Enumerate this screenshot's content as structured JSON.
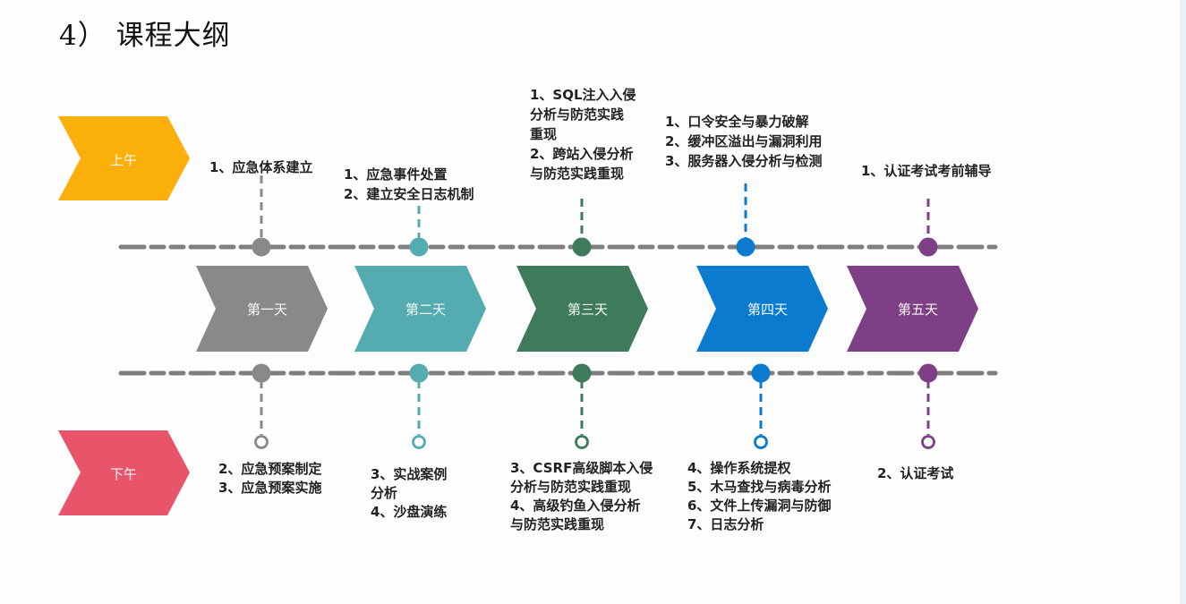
{
  "page_title": "4） 课程大纲",
  "colors": {
    "am": "#fbaf0a",
    "pm": "#e8546a",
    "line": "#7f7f7f",
    "day1": "#898989",
    "day2": "#54acb0",
    "day3": "#3e7b5b",
    "day4": "#0b7bd0",
    "day5": "#7e3f87"
  },
  "periods": {
    "am": "上午",
    "pm": "下午"
  },
  "days": [
    {
      "label": "第一天",
      "color_key": "day1",
      "am_lines": [
        "1、应急体系建立"
      ],
      "pm_lines": [
        "2、应急预案制定",
        "3、应急预案实施"
      ]
    },
    {
      "label": "第二天",
      "color_key": "day2",
      "am_lines": [
        "1、应急事件处置",
        "2、建立安全日志机制"
      ],
      "pm_lines": [
        "3、实战案例",
        "分析",
        "4、沙盘演练"
      ]
    },
    {
      "label": "第三天",
      "color_key": "day3",
      "am_lines": [
        "1、SQL注入入侵",
        "分析与防范实践",
        "重现",
        "2、跨站入侵分析",
        "与防范实践重现"
      ],
      "pm_lines": [
        "3、CSRF高级脚本入侵",
        "分析与防范实践重现",
        "4、高级钓鱼入侵分析",
        "与防范实践重现"
      ]
    },
    {
      "label": "第四天",
      "color_key": "day4",
      "am_lines": [
        "1、口令安全与暴力破解",
        "2、缓冲区溢出与漏洞利用",
        "3、服务器入侵分析与检测"
      ],
      "pm_lines": [
        "4、操作系统提权",
        "5、木马查找与病毒分析",
        "6、文件上传漏洞与防御",
        "7、日志分析"
      ]
    },
    {
      "label": "第五天",
      "color_key": "day5",
      "am_lines": [
        "1、认证考试考前辅导"
      ],
      "pm_lines": [
        "2、认证考试"
      ]
    }
  ]
}
